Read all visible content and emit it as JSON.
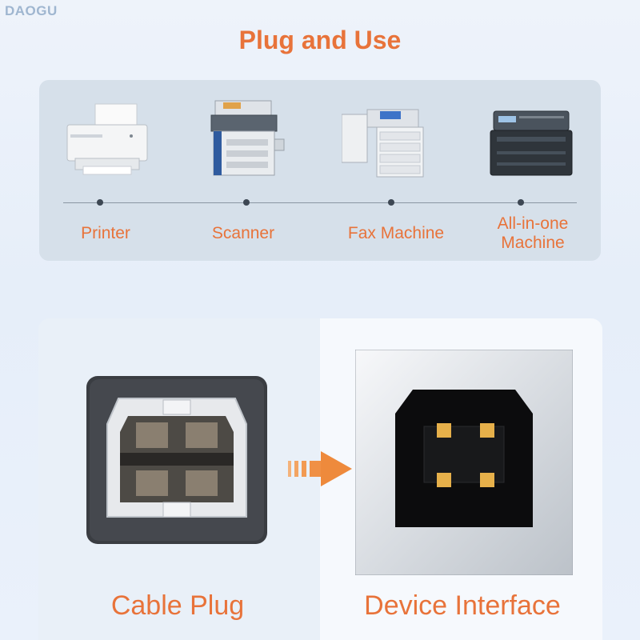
{
  "brand": "DAOGU",
  "title": "Plug and Use",
  "devices": [
    {
      "label": "Printer",
      "icon": "printer-icon"
    },
    {
      "label": "Scanner",
      "icon": "scanner-icon"
    },
    {
      "label": "Fax Machine",
      "icon": "fax-machine-icon"
    },
    {
      "label_line1": "All-in-one",
      "label_line2": "Machine",
      "icon": "all-in-one-machine-icon"
    }
  ],
  "comparison": {
    "left_label": "Cable Plug",
    "right_label": "Device Interface"
  },
  "colors": {
    "accent": "#e8733a",
    "panel": "#d6e0ea",
    "background": "#eef3fa"
  }
}
